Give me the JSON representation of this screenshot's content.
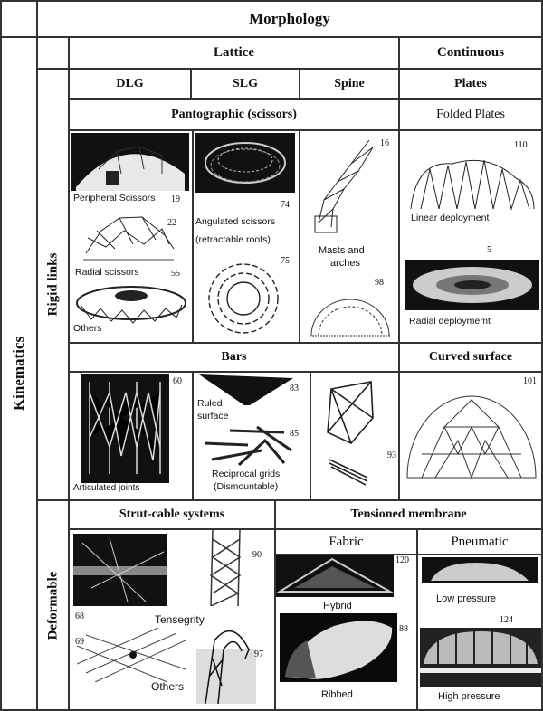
{
  "title": "Morphology",
  "kinematics": "Kinematics",
  "rigid_links": "Rigid links",
  "deformable": "Deformable",
  "lattice": "Lattice",
  "continuous": "Continuous",
  "dlg": "DLG",
  "slg": "SLG",
  "spine": "Spine",
  "plates": "Plates",
  "pantographic": "Pantographic (scissors)",
  "folded_plates": "Folded Plates",
  "bars": "Bars",
  "curved_surface": "Curved surface",
  "strut_cable": "Strut-cable systems",
  "tensioned_membrane": "Tensioned membrane",
  "fabric": "Fabric",
  "pneumatic": "Pneumatic",
  "items": {
    "peripheral": {
      "label": "Peripheral Scissors",
      "ref": "19"
    },
    "radial": {
      "label": "Radial scissors",
      "ref": "22",
      "ref2": "55"
    },
    "others1": {
      "label": "Others"
    },
    "angulated": {
      "label1": "Angulated scissors",
      "label2": "(retractable roofs)",
      "ref": "74",
      "ref2": "75"
    },
    "masts": {
      "label1": "Masts and",
      "label2": "arches",
      "ref": "16",
      "ref2": "98"
    },
    "linear": {
      "label": "Linear deployment",
      "ref": "110"
    },
    "radialdep": {
      "label": "Radial deploymemt",
      "ref": "5"
    },
    "articulated": {
      "label": "Articulated joints",
      "ref": "60"
    },
    "ruled": {
      "label1": "Ruled",
      "label2": "surface",
      "ref": "83"
    },
    "reciprocal": {
      "label1": "Reciprocal grids",
      "label2": "(Dismountable)",
      "ref": "85"
    },
    "bars3": {
      "ref": "93"
    },
    "dome": {
      "ref": "101"
    },
    "tensegrity": {
      "label": "Tensegrity",
      "ref": "68",
      "ref2": "90"
    },
    "others2": {
      "label": "Others",
      "ref": "69",
      "ref2": "97"
    },
    "hybrid": {
      "label": "Hybrid",
      "ref": "120"
    },
    "ribbed": {
      "label": "Ribbed",
      "ref": "88"
    },
    "low": {
      "label": "Low pressure"
    },
    "high": {
      "label": "High pressure",
      "ref": "124"
    }
  }
}
